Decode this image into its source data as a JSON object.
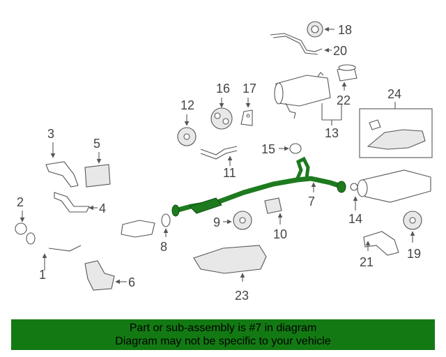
{
  "callouts": {
    "c1": "1",
    "c2": "2",
    "c3": "3",
    "c4": "4",
    "c5": "5",
    "c6": "6",
    "c7": "7",
    "c8": "8",
    "c9": "9",
    "c10": "10",
    "c11": "11",
    "c12": "12",
    "c13": "13",
    "c14": "14",
    "c15": "15",
    "c16": "16",
    "c17": "17",
    "c18": "18",
    "c19": "19",
    "c20": "20",
    "c21": "21",
    "c22": "22",
    "c23": "23",
    "c24": "24"
  },
  "highlight_color": "#1e7a1e",
  "banner": {
    "line1": "Part or sub-assembly is #7 in diagram",
    "line2": "Diagram may not be specific to your vehicle",
    "background": "#137a13"
  }
}
